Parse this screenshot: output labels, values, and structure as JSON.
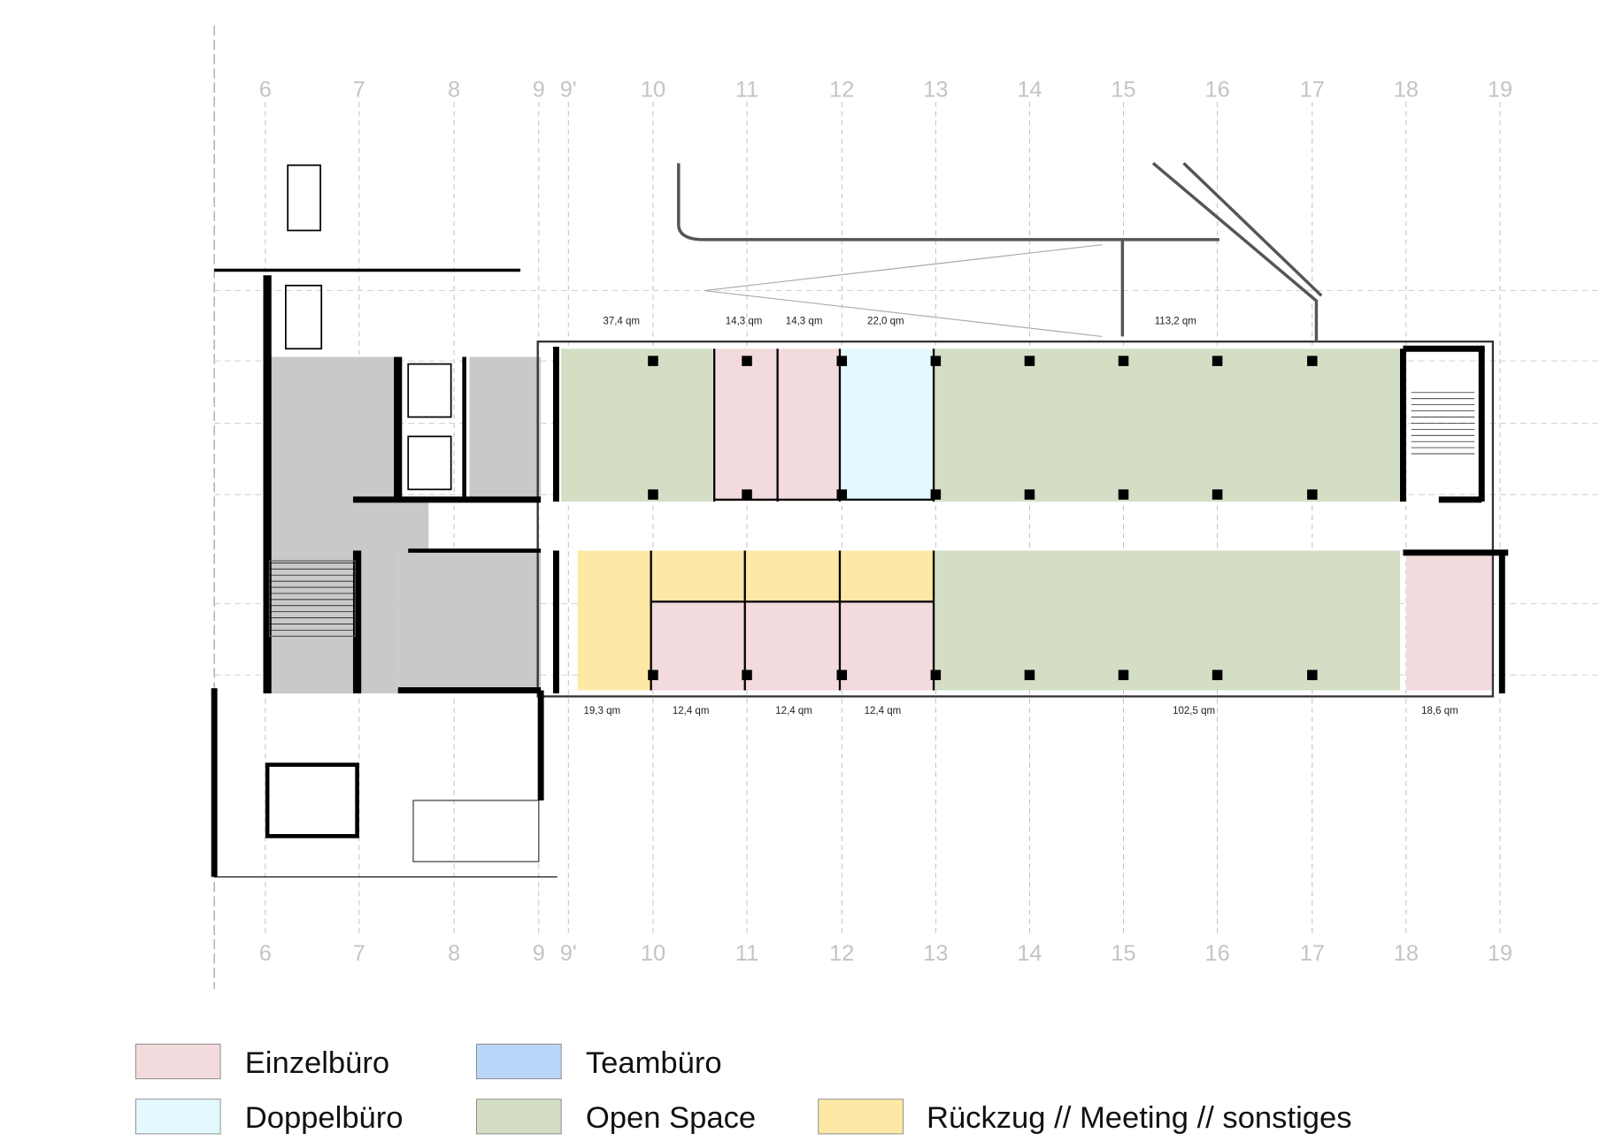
{
  "grid_axes": [
    "6",
    "7",
    "8",
    "9",
    "9'",
    "10",
    "11",
    "12",
    "13",
    "14",
    "15",
    "16",
    "17",
    "18",
    "19"
  ],
  "areas": {
    "top": [
      "37,4 qm",
      "14,3 qm",
      "14,3 qm",
      "22,0 qm",
      "113,2 qm"
    ],
    "bottom": [
      "19,3 qm",
      "12,4 qm",
      "12,4 qm",
      "12,4 qm",
      "102,5 qm",
      "18,6 qm"
    ]
  },
  "legend": [
    {
      "key": "einzel",
      "label": "Einzelbüro",
      "color": "#f2dadd"
    },
    {
      "key": "team",
      "label": "Teambüro",
      "color": "#b9d6f9"
    },
    {
      "key": "doppel",
      "label": "Doppelbüro",
      "color": "#e3f9fd"
    },
    {
      "key": "open",
      "label": "Open Space",
      "color": "#d3dec5"
    },
    {
      "key": "meeting",
      "label": "Rückzug // Meeting // sonstiges",
      "color": "#fde8a6"
    }
  ]
}
